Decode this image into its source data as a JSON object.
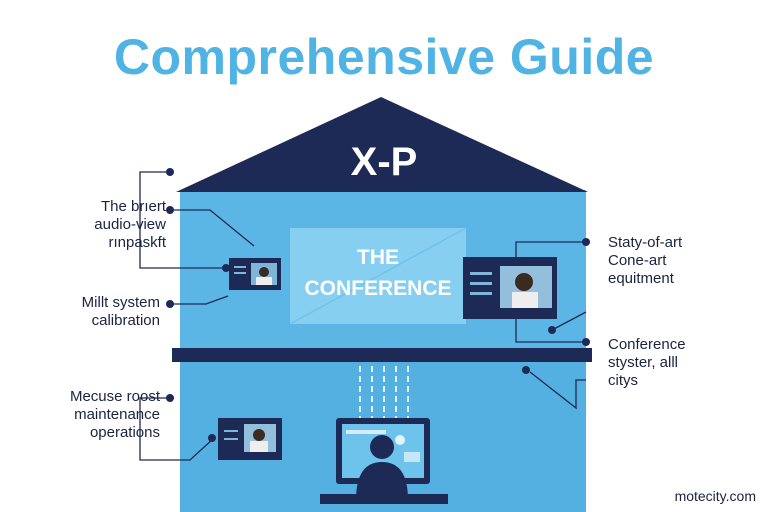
{
  "title": "Comprehensive Guide",
  "roof_label": "X-P",
  "screen": {
    "line1": "THE",
    "line2": "CONFERENCE"
  },
  "callouts": {
    "top_left": [
      "The brıert",
      "audio-view",
      "rınpaskft"
    ],
    "mid_left": [
      "Millt system",
      "calibration"
    ],
    "bottom_left": [
      "Mecuse roost",
      "maintenance",
      "operations"
    ],
    "top_right": [
      "Staty-of-art",
      "Cone-art",
      "equitment"
    ],
    "bottom_right": [
      "Conference",
      "styster, alll",
      "citys"
    ]
  },
  "credit": "motecity.com",
  "colors": {
    "title": "#4fb3e3",
    "building": "#5bb6e6",
    "dark_navy": "#1c2a55",
    "screen": "#8fd3f2",
    "ink": "#1b2340"
  }
}
